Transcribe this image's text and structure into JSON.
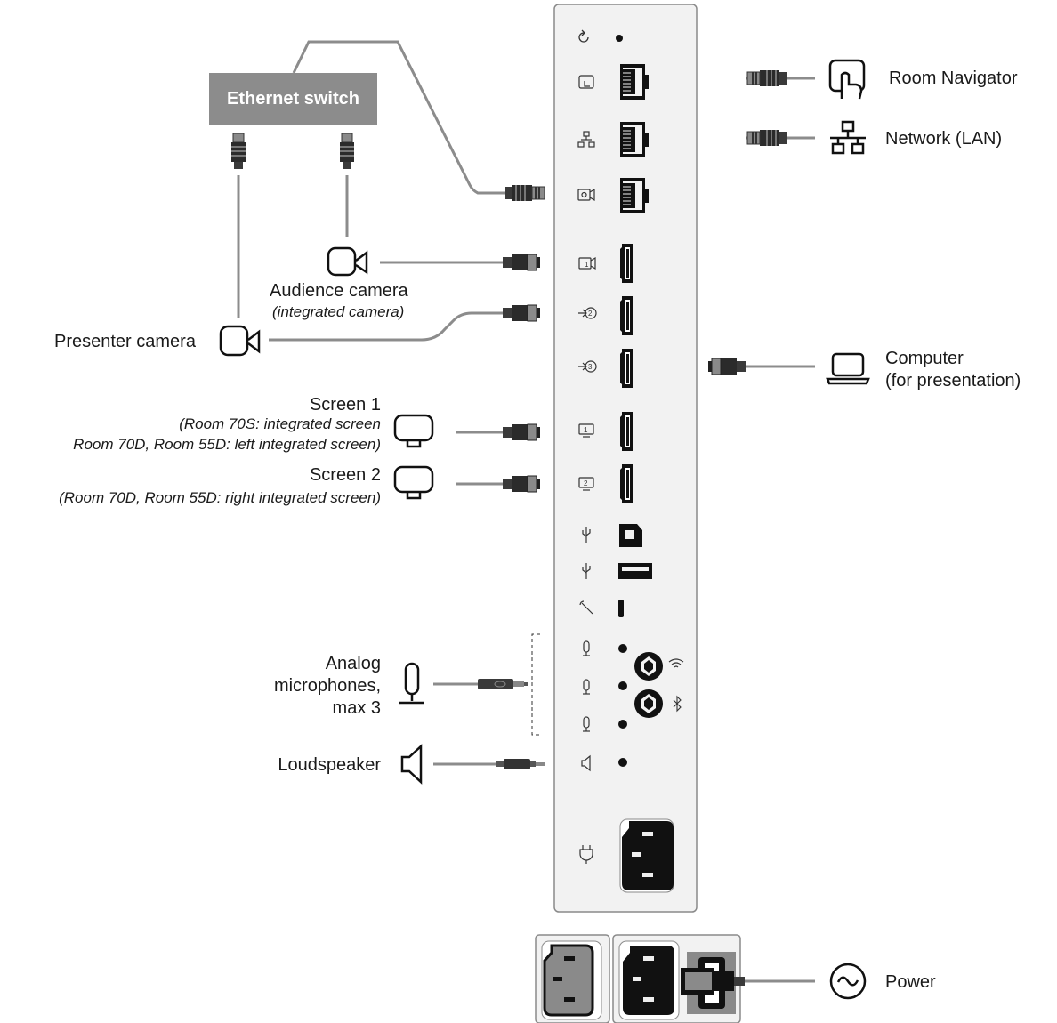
{
  "ethernet_switch": "Ethernet switch",
  "labels": {
    "room_navigator": "Room Navigator",
    "network": "Network (LAN)",
    "computer_line1": "Computer",
    "computer_line2": "(for presentation)",
    "audience_camera": "Audience camera",
    "audience_camera_note": "(integrated camera)",
    "presenter_camera": "Presenter camera",
    "screen1": "Screen 1",
    "screen1_note1": "(Room 70S: integrated screen",
    "screen1_note2": "Room 70D, Room 55D: left integrated screen)",
    "screen2": "Screen 2",
    "screen2_note": "(Room 70D, Room 55D: right integrated screen)",
    "mics_line1": "Analog",
    "mics_line2": "microphones,",
    "mics_line3": "max 3",
    "loudspeaker": "Loudspeaker",
    "power": "Power"
  },
  "port_badges": {
    "screen1": "1",
    "screen2": "2",
    "input2": "2",
    "input3": "3",
    "camera1": "1"
  },
  "icons": [
    "reset-icon",
    "touch-icon",
    "network-icon",
    "camera-control-icon",
    "camera-input-icon",
    "input-icon",
    "screen-icon",
    "usb-icon",
    "service-icon",
    "microphone-icon",
    "wifi-icon",
    "bluetooth-icon",
    "speaker-icon",
    "power-plug-icon",
    "ac-power-icon",
    "laptop-icon",
    "monitor-icon",
    "video-camera-icon"
  ],
  "colors": {
    "panel": "#f2f2f2",
    "panel_border": "#8a8a8a",
    "cable": "#8c8c8c",
    "connector": "#3a3a3a",
    "port": "#111111",
    "switch_fill": "#8c8c8c"
  }
}
